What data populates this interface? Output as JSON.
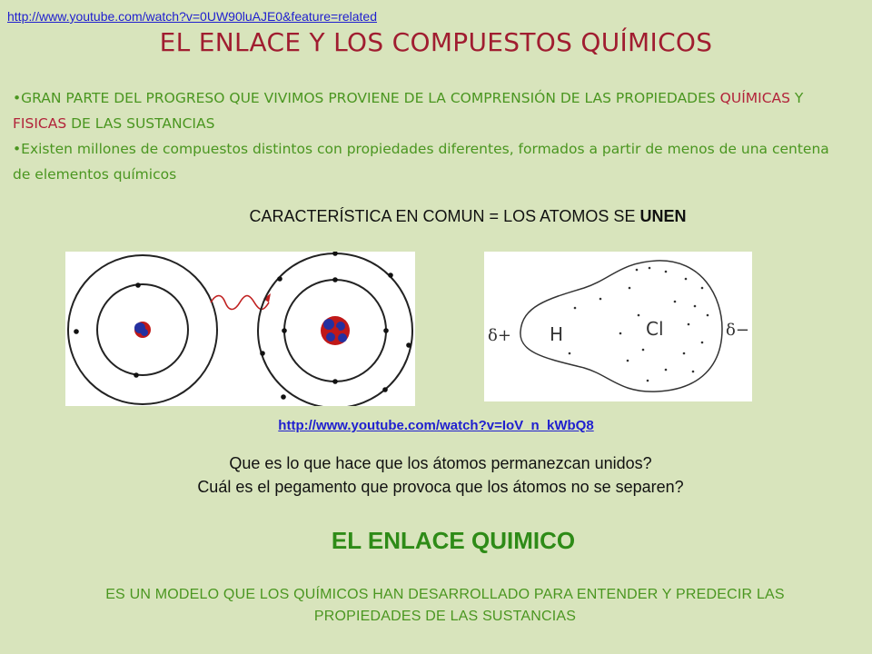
{
  "top_link": "http://www.youtube.com/watch?v=0UW90luAJE0&feature=related",
  "title": "EL ENLACE Y LOS COMPUESTOS QUÍMICOS",
  "bullet1": {
    "part1": "GRAN PARTE DEL PROGRESO QUE VIVIMOS PROVIENE DE LA COMPRENSIÓN DE LAS PROPIEDADES ",
    "red1": "QUÍMICAS",
    "part2": " Y ",
    "red2": "FISICAS",
    "part3": " DE LAS SUSTANCIAS"
  },
  "bullet2": "Existen millones de compuestos distintos con propiedades diferentes, formados a partir de menos de una centena de elementos químicos",
  "subtitle": {
    "text": "CARACTERÍSTICA EN COMUN = LOS ATOMOS SE ",
    "bold": "UNEN"
  },
  "diagram_right": {
    "label_left": "δ+",
    "label_h": "H",
    "label_cl": "Cl",
    "label_right": "δ−"
  },
  "mid_link": "http://www.youtube.com/watch?v=IoV_n_kWbQ8",
  "questions": [
    "Que es lo que hace que los átomos permanezcan unidos?",
    "Cuál es el pegamento que provoca que los átomos no se separen?"
  ],
  "heading": "EL ENLACE QUIMICO",
  "footer": "ES UN MODELO QUE LOS QUÍMICOS HAN DESARROLLADO PARA ENTENDER Y PREDECIR LAS PROPIEDADES DE LAS SUSTANCIAS",
  "colors": {
    "background": "#d8e4bc",
    "title": "#a01d30",
    "green_text": "#4a9620",
    "link": "#1f1fcf",
    "heading": "#2e8b17"
  }
}
